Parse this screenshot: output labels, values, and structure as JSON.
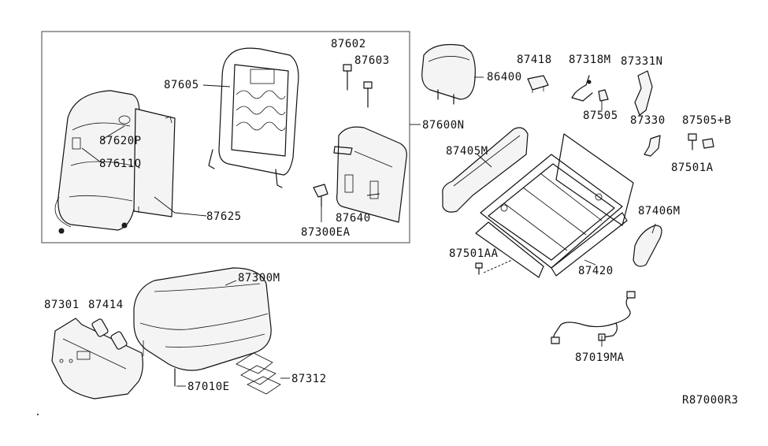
{
  "labels": {
    "p87602": "87602",
    "p87603": "87603",
    "p87605": "87605",
    "p87620p": "87620P",
    "p87611q": "87611Q",
    "p87625": "87625",
    "p87640": "87640",
    "p87300ea": "87300EA",
    "p87600n": "87600N",
    "p86400": "86400",
    "p87418": "87418",
    "p87318m": "87318M",
    "p87331n": "87331N",
    "p87505": "87505",
    "p87330": "87330",
    "p87505b": "87505+B",
    "p87501a": "87501A",
    "p87405m": "87405M",
    "p87406m": "87406M",
    "p87501aa": "87501AA",
    "p87420": "87420",
    "p87019ma": "87019MA",
    "p87300m": "87300M",
    "p87301": "87301",
    "p87414": "87414",
    "p87010e": "87010E",
    "p87312": "87312",
    "ref": "R87000R3"
  }
}
